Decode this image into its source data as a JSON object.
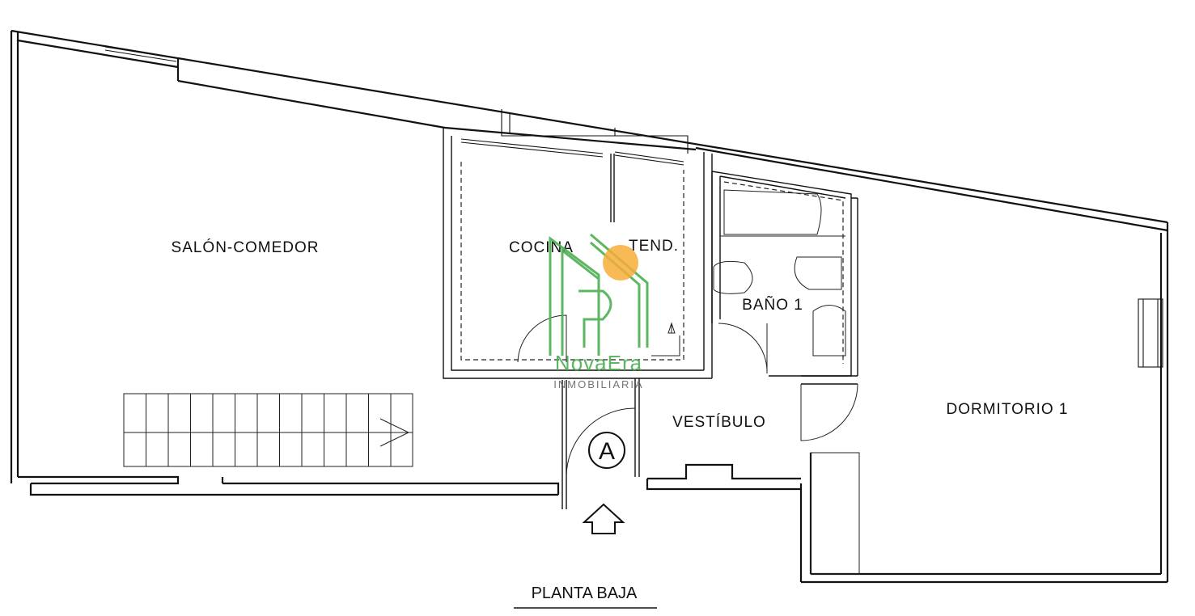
{
  "plan": {
    "title": "PLANTA BAJA",
    "entry_marker": "A",
    "rooms": {
      "salon": "SALÓN-COMEDOR",
      "cocina": "COCINA",
      "tend": "TEND.",
      "bano": "BAÑO 1",
      "vestibulo": "VESTÍBULO",
      "dormitorio": "DORMITORIO 1"
    }
  },
  "watermark": {
    "brand": "NovaEra",
    "subtitle": "INMOBILIARIA",
    "brand_color": "#4caf50",
    "dot_color": "#f5a623"
  },
  "icons": {
    "entry_arrow": "up-arrow-icon",
    "staircase": "staircase-icon"
  }
}
